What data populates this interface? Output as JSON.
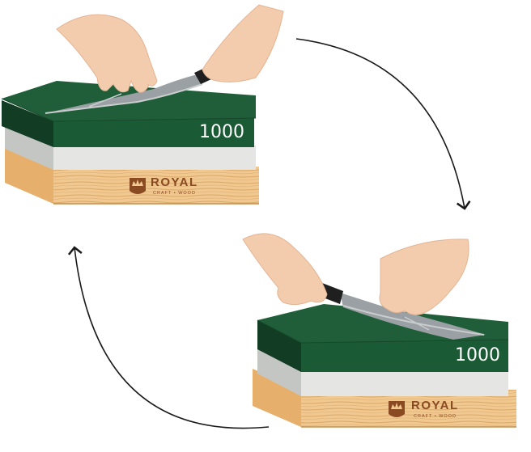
{
  "stones": [
    {
      "grit_label": "1000",
      "brand": "ROYAL",
      "brand_subline": "CRAFT • WOOD"
    },
    {
      "grit_label": "1000",
      "brand": "ROYAL",
      "brand_subline": "CRAFT • WOOD"
    }
  ],
  "colors": {
    "stone_top": "#1f5e38",
    "stone_front": "#1a5a34",
    "stone_side": "#123d24",
    "stone_base": "#dcdcd9",
    "wood_base": "#f0c890",
    "arrow": "#1a1a1a",
    "skin": "#f3ccae",
    "blade": "#9aa0a3",
    "handle": "#1f1f1f"
  },
  "icons": [
    "crown-emblem-icon",
    "cycle-arrow-icon"
  ]
}
